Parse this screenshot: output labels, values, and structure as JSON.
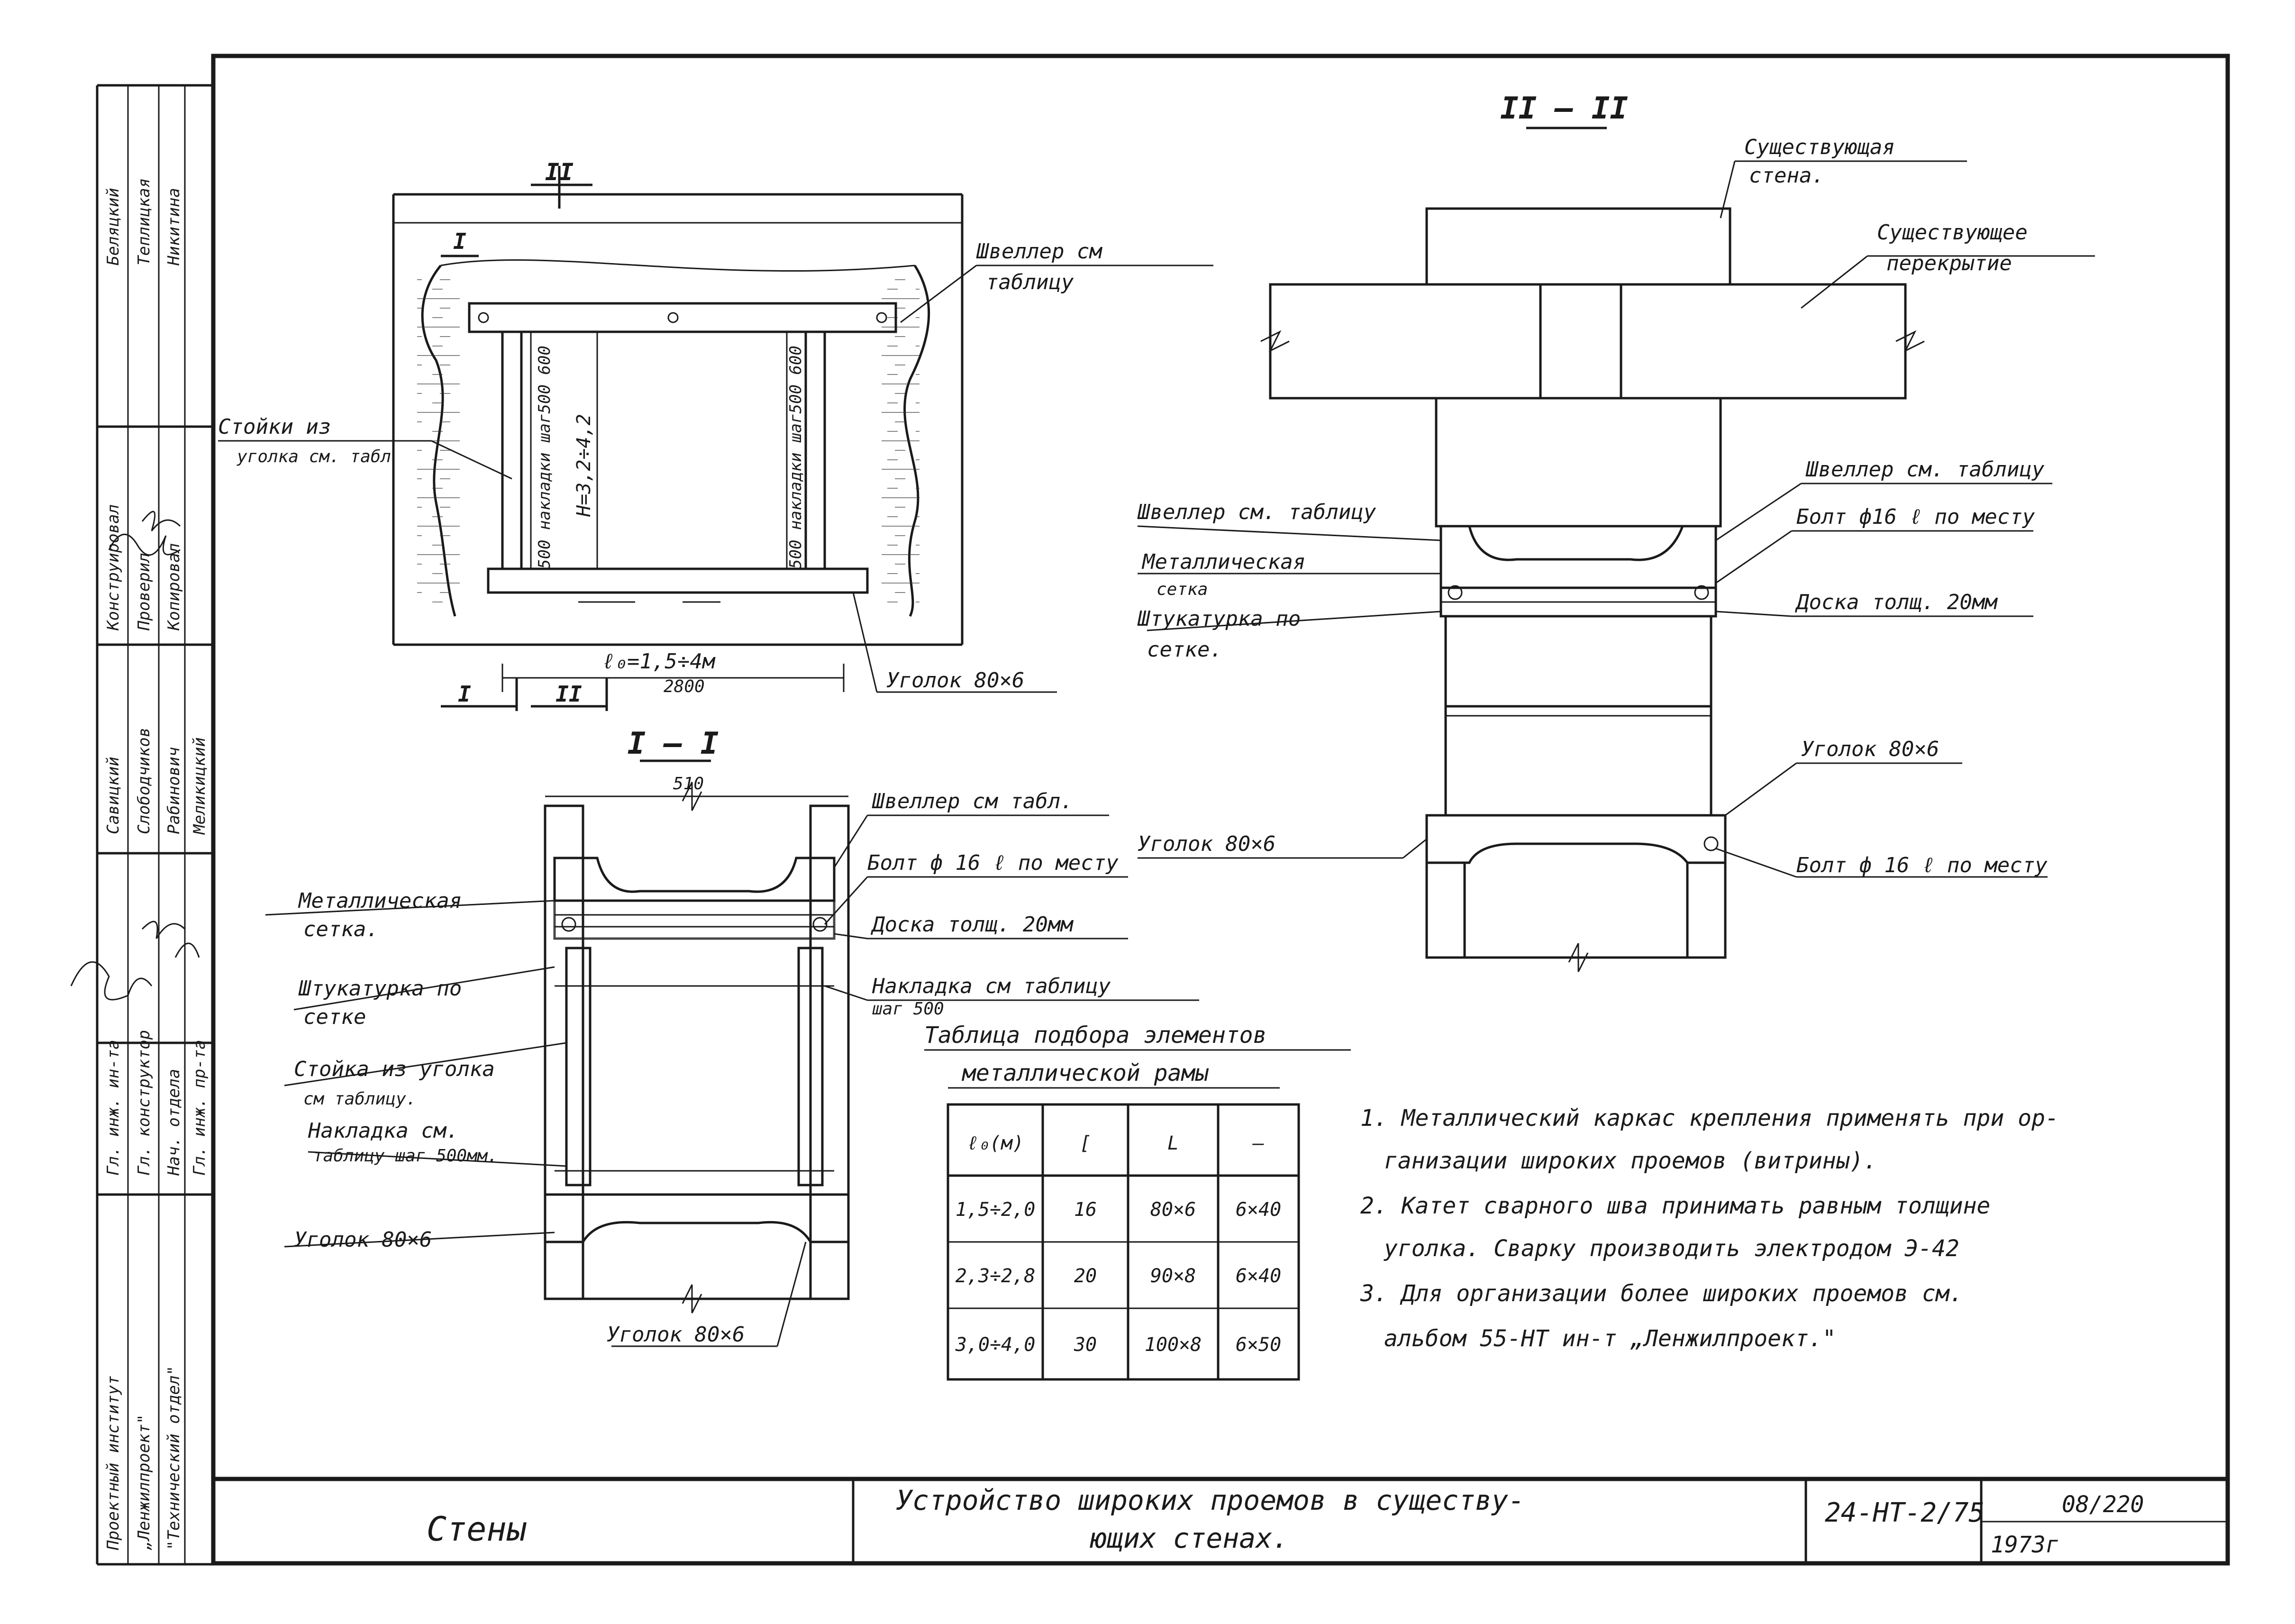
{
  "sections": {
    "section_1": "I – I",
    "section_2": "II – II",
    "mark_I": "I",
    "mark_II": "II"
  },
  "plan_view": {
    "channel_label_1": "Швеллер см",
    "channel_label_2": "таблицу",
    "posts_label_1": "Стойки из",
    "posts_label_2": "уголка см. табл",
    "height_label": "Н=3,2÷4,2",
    "pads_label_left": "500 накладки шаг500 600",
    "pads_label_right": "500 накладки шаг500 600",
    "span_label": "ℓ₀=1,5÷4м",
    "span_sub": "2800",
    "angle_label": "Уголок 80×6"
  },
  "section_1_view": {
    "dim_top": "510",
    "channel": "Швеллер см табл.",
    "bolt": "Болт ф 16 ℓ по месту",
    "mesh_1": "Металлическая",
    "mesh_2": "сетка.",
    "board": "Доска толщ. 20мм",
    "plaster_1": "Штукатурка по",
    "plaster_2": "сетке",
    "pad_1": "Накладка см таблицу",
    "pad_2": "шаг 500",
    "post_1": "Стойка из уголка",
    "post_2": "см таблицу.",
    "pad2_1": "Накладка см.",
    "pad2_2": "таблицу шаг 500мм.",
    "angle_left": "Уголок 80×6",
    "angle_bottom": "Уголок 80×6"
  },
  "section_2_view": {
    "wall_1": "Существующая",
    "wall_2": "стена.",
    "floor_1": "Существующее",
    "floor_2": "перекрытие",
    "channel_left": "Швеллер см. таблицу",
    "channel_right": "Швеллер см. таблицу",
    "mesh_1": "Металлическая",
    "mesh_2": "сетка",
    "plaster_1": "Штукатурка по",
    "plaster_2": "сетке.",
    "bolt_top": "Болт ф16 ℓ по месту",
    "board": "Доска толщ. 20мм",
    "angle_right": "Уголок 80×6",
    "angle_mid": "Уголок 80×6",
    "bolt_bottom": "Болт ф 16 ℓ по месту"
  },
  "table": {
    "title_1": "Таблица подбора элементов",
    "title_2": "металлической рамы",
    "headers": [
      "ℓ₀(м)",
      "[",
      "L",
      "–"
    ],
    "rows": [
      [
        "1,5÷2,0",
        "16",
        "80×6",
        "6×40"
      ],
      [
        "2,3÷2,8",
        "20",
        "90×8",
        "6×40"
      ],
      [
        "3,0÷4,0",
        "30",
        "100×8",
        "6×50"
      ]
    ]
  },
  "notes": [
    "1. Металлический каркас крепления применять при ор-",
    "ганизации широких проемов (витрины).",
    "2. Катет сварного шва принимать равным толщине",
    "уголка. Сварку производить электродом Э-42",
    "3. Для организации более широких проемов см.",
    "альбом 55-НТ ин-т „Ленжилпроект.\""
  ],
  "title_block": {
    "section_name": "Стены",
    "title_line_1": "Устройство широких проемов в существу-",
    "title_line_2": "ющих стенах.",
    "code": "24-НТ-2/75",
    "sheet_ref": "08/220",
    "year": "1973г"
  },
  "side_stamp": {
    "org_1": "Проектный институт",
    "org_2": "„Ленжилпроект\"",
    "org_3": "\"Технический отдел\"",
    "roles": [
      "Гл. инж. ин-та",
      "Гл. конструктор",
      "Нач. отдела",
      "Гл. инж. пр-та"
    ],
    "names": [
      "Савицкий",
      "Слободчиков",
      "Рабинович",
      "Меликицкий"
    ],
    "roles2": [
      "Конструировал",
      "Проверил",
      "Копировал"
    ],
    "names2": [
      "Беляцкий",
      "Теплицкая",
      "Никитина"
    ]
  }
}
